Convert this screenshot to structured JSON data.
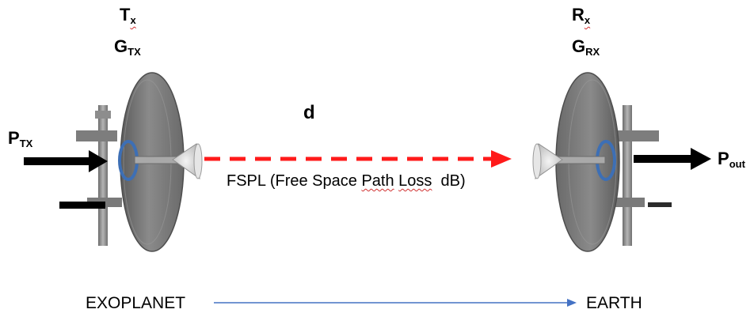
{
  "transmitter": {
    "label_main": "T",
    "label_sub": "x",
    "gain_main": "G",
    "gain_sub": "TX",
    "power_main": "P",
    "power_sub": "TX"
  },
  "receiver": {
    "label_main": "R",
    "label_sub": "x",
    "gain_main": "G",
    "gain_sub": "RX",
    "power_main": "P",
    "power_sub": "out"
  },
  "link": {
    "distance_label": "d",
    "loss_prefix": "FSPL (Free Space ",
    "loss_path": "Path",
    "loss_space": " ",
    "loss_word": "Loss",
    "loss_suffix": "  dB)",
    "color": "#ff1a1a"
  },
  "bottom": {
    "source": "EXOPLANET",
    "destination": "EARTH",
    "arrow_color": "#4472c4"
  }
}
